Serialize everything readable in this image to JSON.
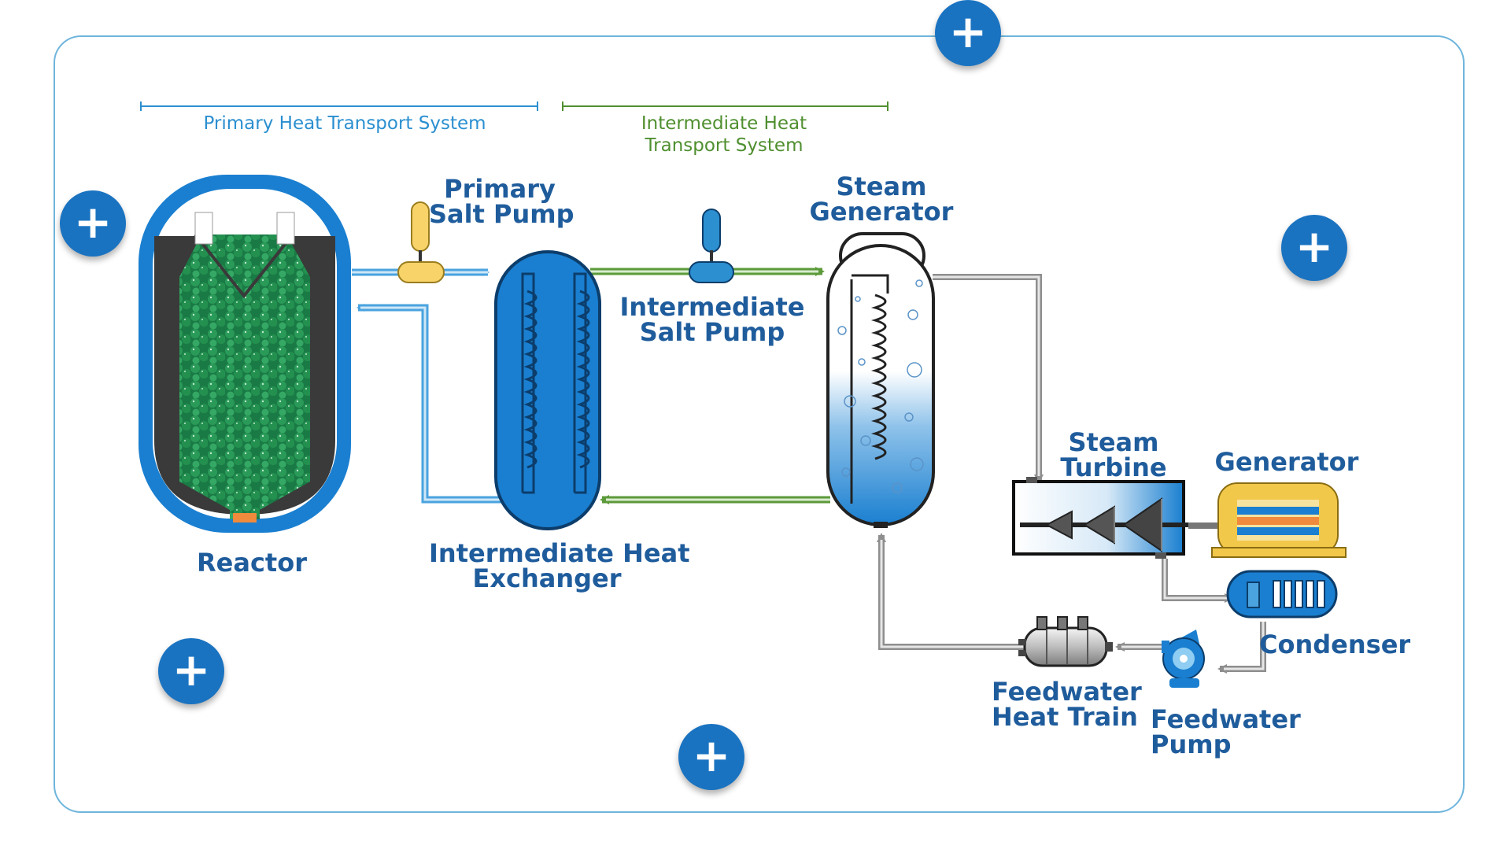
{
  "systems": {
    "primary": {
      "label": "Primary Heat Transport System",
      "color": "#2b8fd0"
    },
    "intermediate": {
      "line1": "Intermediate Heat",
      "line2": "Transport System",
      "color": "#4f8f2f"
    }
  },
  "components": {
    "reactor": {
      "line1": "Reactor"
    },
    "primary_salt_pump": {
      "line1": "Primary",
      "line2": "Salt Pump"
    },
    "intermediate_heat_exchanger": {
      "line1": "Intermediate Heat",
      "line2": "Exchanger"
    },
    "intermediate_salt_pump": {
      "line1": "Intermediate",
      "line2": "Salt Pump"
    },
    "steam_generator": {
      "line1": "Steam",
      "line2": "Generator"
    },
    "steam_turbine": {
      "line1": "Steam",
      "line2": "Turbine"
    },
    "generator": {
      "line1": "Generator"
    },
    "condenser": {
      "line1": "Condenser"
    },
    "feedwater_heat_train": {
      "line1": "Feedwater",
      "line2": "Heat Train"
    },
    "feedwater_pump": {
      "line1": "Feedwater",
      "line2": "Pump"
    }
  },
  "hotspots": [
    {
      "name": "hotspot-top",
      "glyph": "+"
    },
    {
      "name": "hotspot-reactor",
      "glyph": "+"
    },
    {
      "name": "hotspot-right",
      "glyph": "+"
    },
    {
      "name": "hotspot-bottom-left",
      "glyph": "+"
    },
    {
      "name": "hotspot-bottom-center",
      "glyph": "+"
    }
  ],
  "colors": {
    "frame": "#6fb5dc",
    "label": "#1f5c9c",
    "hotspot": "#1a73c1",
    "salt_blue": "#1a7fd0",
    "pebble_green": "#1e8a4c",
    "secondary_line": "#9a9a9a",
    "generator_gold": "#f2c84b"
  }
}
